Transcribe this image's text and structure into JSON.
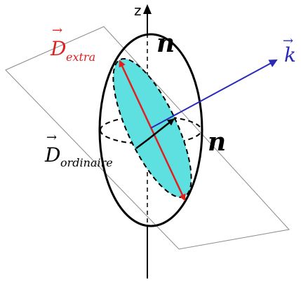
{
  "labels": {
    "z_axis": "z",
    "n_top": "n",
    "n_right": "n",
    "d_extra_main": "D",
    "d_extra_sub": "extra",
    "d_ordinaire_main": "D",
    "d_ordinaire_sub": "ordinaire",
    "k_vector": "k",
    "arrow_glyph": "→"
  },
  "colors": {
    "extra": "#e02020",
    "k": "#2a2ab8",
    "ellipse_fill": "#5fe0e0",
    "outline": "#000000",
    "plane": "#8a8a8a"
  }
}
